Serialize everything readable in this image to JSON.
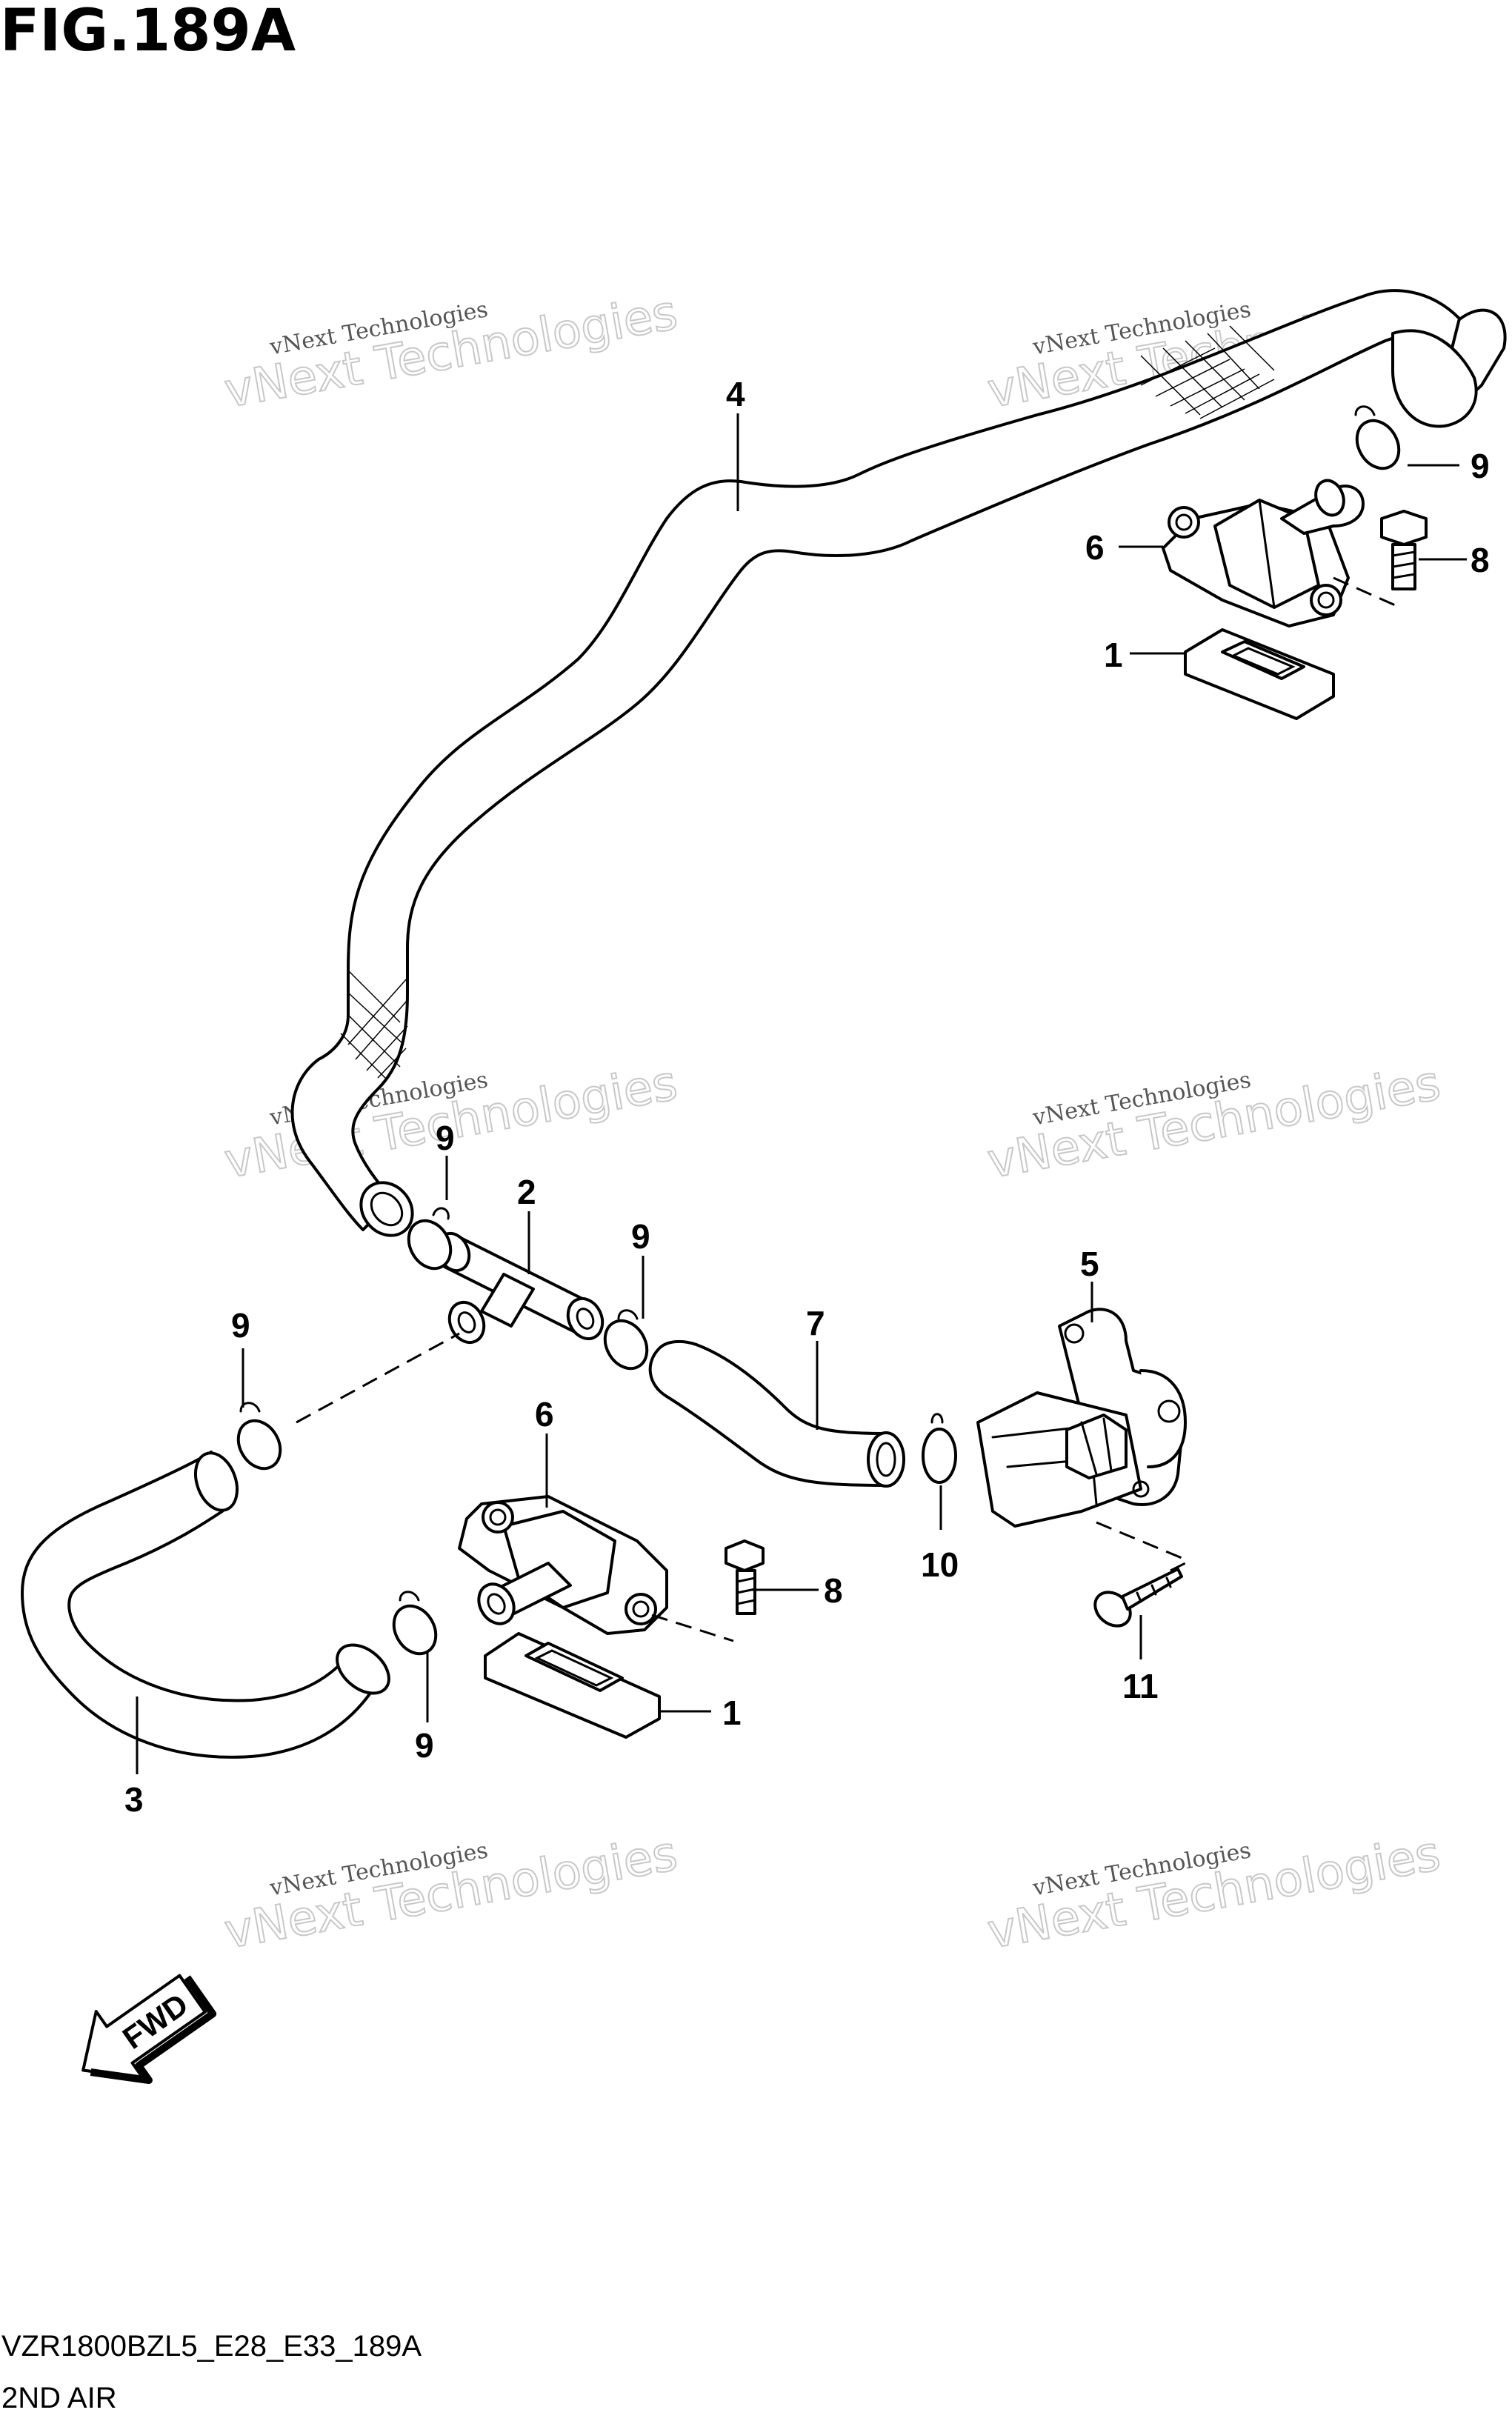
{
  "figure": {
    "title": "FIG.189A",
    "model_code": "VZR1800BZL5_E28_E33_189A",
    "section_name": "2ND AIR"
  },
  "watermark": {
    "small_text": "vNext Technologies",
    "large_text": "vNext Technologies"
  },
  "fwd_arrow": {
    "label": "FWD"
  },
  "callouts": [
    {
      "id": "c4",
      "label": "4"
    },
    {
      "id": "c9a",
      "label": "9"
    },
    {
      "id": "c8a",
      "label": "8"
    },
    {
      "id": "c6a",
      "label": "6"
    },
    {
      "id": "c1a",
      "label": "1"
    },
    {
      "id": "c9b",
      "label": "9"
    },
    {
      "id": "c2",
      "label": "2"
    },
    {
      "id": "c9c",
      "label": "9"
    },
    {
      "id": "c9d",
      "label": "9"
    },
    {
      "id": "c5",
      "label": "5"
    },
    {
      "id": "c7",
      "label": "7"
    },
    {
      "id": "c6b",
      "label": "6"
    },
    {
      "id": "c8b",
      "label": "8"
    },
    {
      "id": "c10",
      "label": "10"
    },
    {
      "id": "c11",
      "label": "11"
    },
    {
      "id": "c1b",
      "label": "1"
    },
    {
      "id": "c9e",
      "label": "9"
    },
    {
      "id": "c3",
      "label": "3"
    }
  ]
}
